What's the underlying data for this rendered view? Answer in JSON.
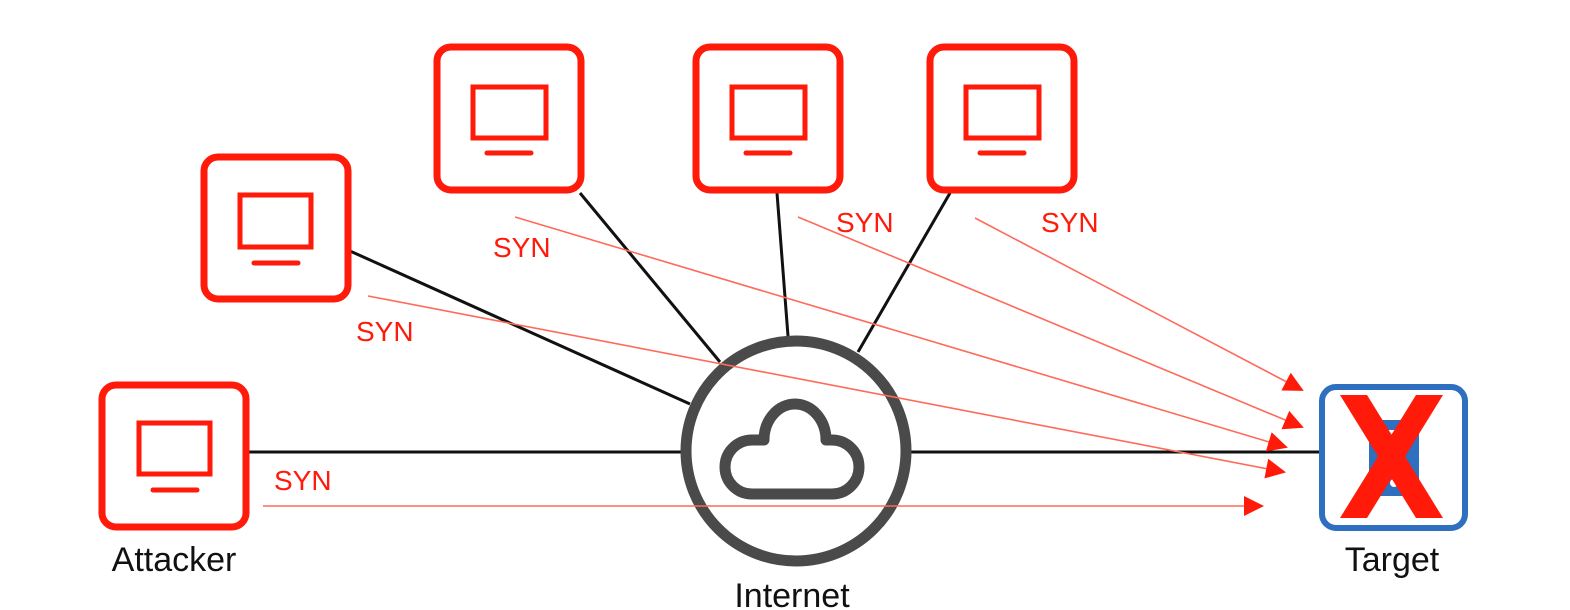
{
  "title": "SYN flood attack diagram",
  "colors": {
    "attacker": "#ff1a0a",
    "target": "#2f6fbf",
    "internet": "#4a4a4a",
    "link": "#111111",
    "syn": "#ff1a0a",
    "cross": "#ff1a0a"
  },
  "nodes": {
    "attacker": {
      "label": "Attacker",
      "icon": "monitor-icon"
    },
    "zombie_1": {
      "label": "",
      "icon": "monitor-icon"
    },
    "zombie_2": {
      "label": "",
      "icon": "monitor-icon"
    },
    "zombie_3": {
      "label": "",
      "icon": "monitor-icon"
    },
    "zombie_4": {
      "label": "",
      "icon": "monitor-icon"
    },
    "internet": {
      "label": "Internet",
      "icon": "cloud-icon"
    },
    "target": {
      "label": "Target",
      "icon": "server-icon",
      "status": "down",
      "status_icon": "x-cross-icon"
    }
  },
  "syn_packets": [
    {
      "from": "attacker",
      "label": "SYN"
    },
    {
      "from": "zombie_1",
      "label": "SYN"
    },
    {
      "from": "zombie_2",
      "label": "SYN"
    },
    {
      "from": "zombie_3",
      "label": "SYN"
    },
    {
      "from": "zombie_4",
      "label": "SYN"
    }
  ]
}
